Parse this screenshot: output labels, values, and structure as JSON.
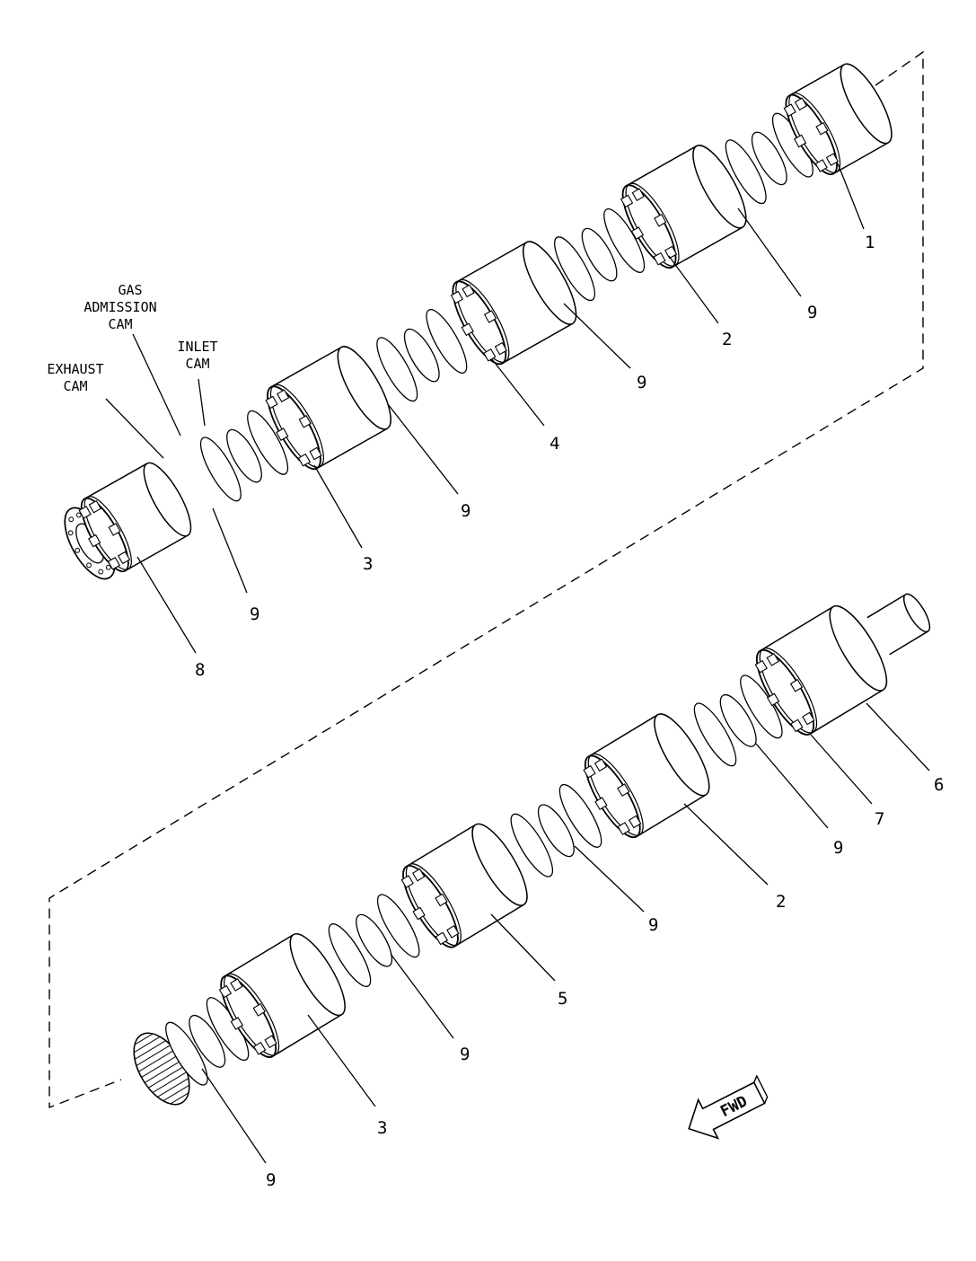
{
  "diagram": {
    "callouts": [
      {
        "id": "c1-top",
        "text": "1"
      },
      {
        "id": "c2-top",
        "text": "2"
      },
      {
        "id": "c9-a",
        "text": "9"
      },
      {
        "id": "c9-b",
        "text": "9"
      },
      {
        "id": "c4",
        "text": "4"
      },
      {
        "id": "c9-c",
        "text": "9"
      },
      {
        "id": "c3-top",
        "text": "3"
      },
      {
        "id": "c9-d",
        "text": "9"
      },
      {
        "id": "c8",
        "text": "8"
      },
      {
        "id": "c6",
        "text": "6"
      },
      {
        "id": "c7",
        "text": "7"
      },
      {
        "id": "c9-e",
        "text": "9"
      },
      {
        "id": "c2-bot",
        "text": "2"
      },
      {
        "id": "c9-f",
        "text": "9"
      },
      {
        "id": "c5",
        "text": "5"
      },
      {
        "id": "c9-g",
        "text": "9"
      },
      {
        "id": "c3-bot",
        "text": "3"
      },
      {
        "id": "c9-h",
        "text": "9"
      }
    ],
    "labels": {
      "gas_admission": [
        "GAS",
        "ADMISSION",
        "CAM"
      ],
      "inlet": [
        "INLET",
        "CAM"
      ],
      "exhaust": [
        "EXHAUST",
        "CAM"
      ]
    },
    "direction_arrow": "FWD"
  }
}
